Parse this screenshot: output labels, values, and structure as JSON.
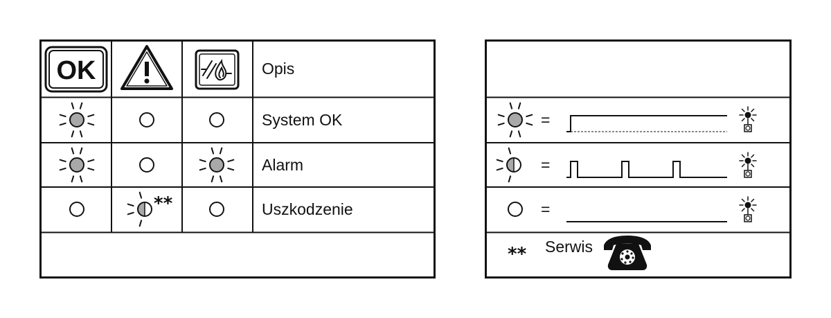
{
  "header": {
    "ok_label": "OK",
    "description_label": "Opis"
  },
  "status_rows": [
    {
      "description": "System OK",
      "ok": "steady",
      "fault": "off",
      "fire": "off"
    },
    {
      "description": "Alarm",
      "ok": "steady",
      "fault": "off",
      "fire": "steady"
    },
    {
      "description": "Uszkodzenie",
      "ok": "off",
      "fault": "blinking",
      "fire": "off",
      "fault_note": "**"
    }
  ],
  "legend": {
    "equals_sign": "=",
    "items": [
      {
        "state": "steady",
        "signal": "constant-on"
      },
      {
        "state": "blinking",
        "signal": "pulses"
      },
      {
        "state": "off",
        "signal": "constant-off"
      }
    ],
    "service_marker": "**",
    "service_label": "Serwis",
    "service_icon": "telephone-icon"
  },
  "colors": {
    "led_on_fill": "#a9a9a9",
    "line": "#111111"
  }
}
